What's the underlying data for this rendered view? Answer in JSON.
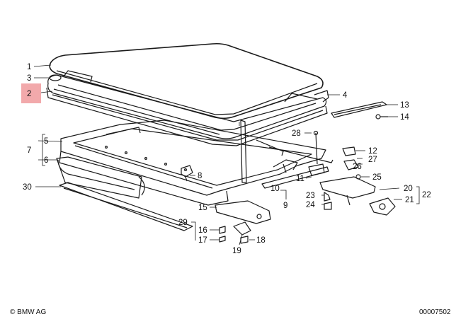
{
  "diagram": {
    "highlight_color": "#f2a9ab",
    "callouts": {
      "c1": "1",
      "c2": "2",
      "c3": "3",
      "c4": "4",
      "c5": "5",
      "c6": "6",
      "c7": "7",
      "c8": "8",
      "c9": "9",
      "c10": "10",
      "c11": "11",
      "c12": "12",
      "c13": "13",
      "c14": "14",
      "c15": "15",
      "c16": "16",
      "c17": "17",
      "c18": "18",
      "c19": "19",
      "c20": "20",
      "c21": "21",
      "c22": "22",
      "c23": "23",
      "c24": "24",
      "c25": "25",
      "c26": "26",
      "c27": "27",
      "c28": "28",
      "c29": "29",
      "c30": "30"
    },
    "highlighted_callout": "2",
    "footer": {
      "brand": "© BMW AG",
      "code": "00007502"
    }
  }
}
